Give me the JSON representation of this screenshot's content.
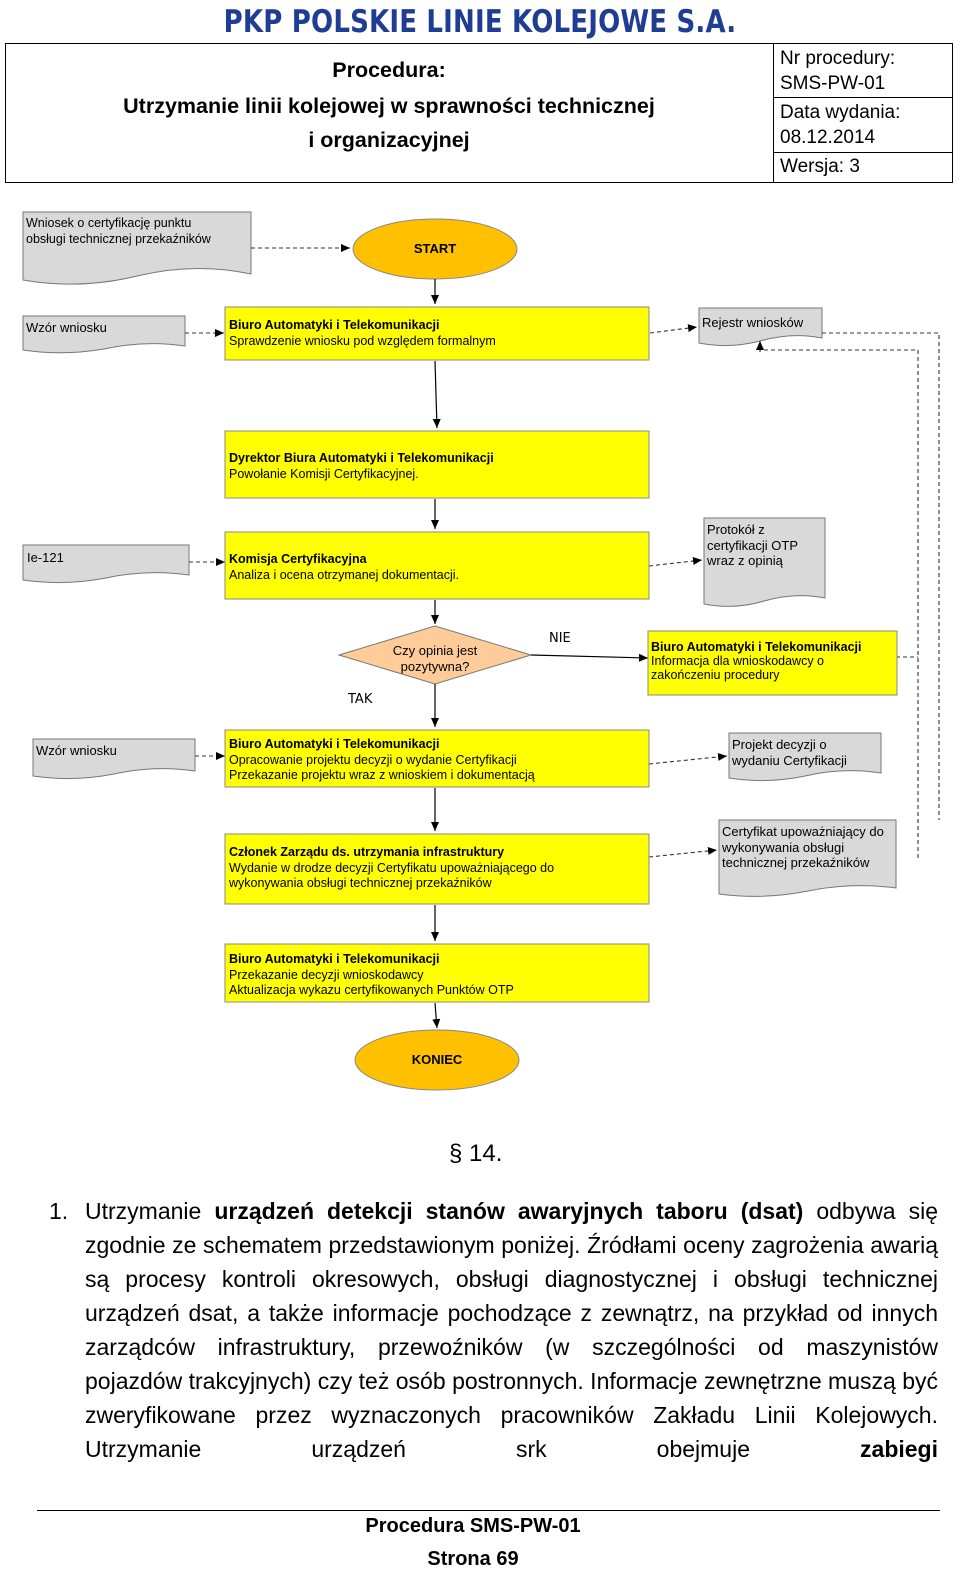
{
  "header": {
    "company": "PKP POLSKIE LINIE KOLEJOWE S.A.",
    "procedure_label": "Procedura:",
    "procedure_title_1": "Utrzymanie linii kolejowej w sprawności technicznej",
    "procedure_title_2": "i organizacyjnej",
    "nr_label": "Nr procedury:",
    "nr_value": "SMS-PW-01",
    "date_label": "Data wydania:",
    "date_value": "08.12.2014",
    "version": "Wersja: 3"
  },
  "diagram": {
    "doc_request": [
      "Wniosek o certyfikację punktu",
      "obsługi technicznej przekaźników"
    ],
    "start": "START",
    "doc_form1": "Wzór wniosku",
    "step1": {
      "title": "Biuro Automatyki i Telekomunikacji",
      "text": "Sprawdzenie wniosku pod względem formalnym"
    },
    "doc_register": "Rejestr wniosków",
    "step2": {
      "title": "Dyrektor Biura Automatyki i Telekomunikacji",
      "text": "Powołanie Komisji Certyfikacyjnej."
    },
    "doc_ie121": "Ie-121",
    "step3": {
      "title": "Komisja Certyfikacyjna",
      "text": "Analiza i ocena otrzymanej dokumentacji."
    },
    "doc_protocol": [
      "Protokół z",
      "certyfikacji OTP",
      "wraz z opinią"
    ],
    "decision": [
      "Czy opinia jest",
      "pozytywna?"
    ],
    "no_label": "NIE",
    "yes_label": "TAK",
    "step_info": {
      "title": "Biuro Automatyki i Telekomunikacji",
      "lines": [
        "Informacja dla wnioskodawcy o",
        "zakończeniu procedury"
      ]
    },
    "doc_form2": "Wzór wniosku",
    "step4": {
      "title": "Biuro Automatyki i Telekomunikacji",
      "lines": [
        "Opracowanie projektu decyzji o wydanie Certyfikacji",
        "Przekazanie projektu wraz z wnioskiem i dokumentacją"
      ]
    },
    "doc_project": [
      "Projekt decyzji o",
      "wydaniu Certyfikacji"
    ],
    "step5": {
      "title": "Członek Zarządu ds. utrzymania infrastruktury",
      "lines": [
        "Wydanie w drodze decyzji Certyfikatu upoważniającego do",
        "wykonywania obsługi technicznej przekaźników"
      ]
    },
    "doc_cert": [
      "Certyfikat upoważniający do",
      "wykonywania obsługi",
      "technicznej przekaźników"
    ],
    "step6": {
      "title": "Biuro Automatyki i Telekomunikacji",
      "lines": [
        "Przekazanie decyzji wnioskodawcy",
        "Aktualizacja wykazu certyfikowanych Punktów OTP"
      ]
    },
    "end": "KONIEC"
  },
  "section": "§ 14.",
  "paragraph": {
    "number": "1.",
    "before_bold": "Utrzymanie ",
    "bold1": "urządzeń detekcji stanów awaryjnych taboru (dsat)",
    "middle": " odbywa się zgodnie ze schematem przedstawionym poniżej. Źródłami oceny zagrożenia awarią są procesy kontroli okresowych, obsługi diagnostycznej i obsługi technicznej urządzeń dsat, a także informacje pochodzące z zewnątrz, na przykład od innych zarządców infrastruktury, przewoźników (w szczególności od maszynistów pojazdów trakcyjnych) czy też osób postronnych. Informacje zewnętrzne muszą być zweryfikowane przez wyznaczonych pracowników Zakładu Linii Kolejowych. Utrzymanie urządzeń srk obejmuje ",
    "bold2": "zabiegi"
  },
  "footer": {
    "procedure": "Procedura SMS-PW-01",
    "page": "Strona 69"
  },
  "colors": {
    "yellow": "#ffff00",
    "oval": "#ffc000",
    "decision": "#ffcc99",
    "doc_gray": "#d9d9d9",
    "brand": "#1f3e93"
  }
}
